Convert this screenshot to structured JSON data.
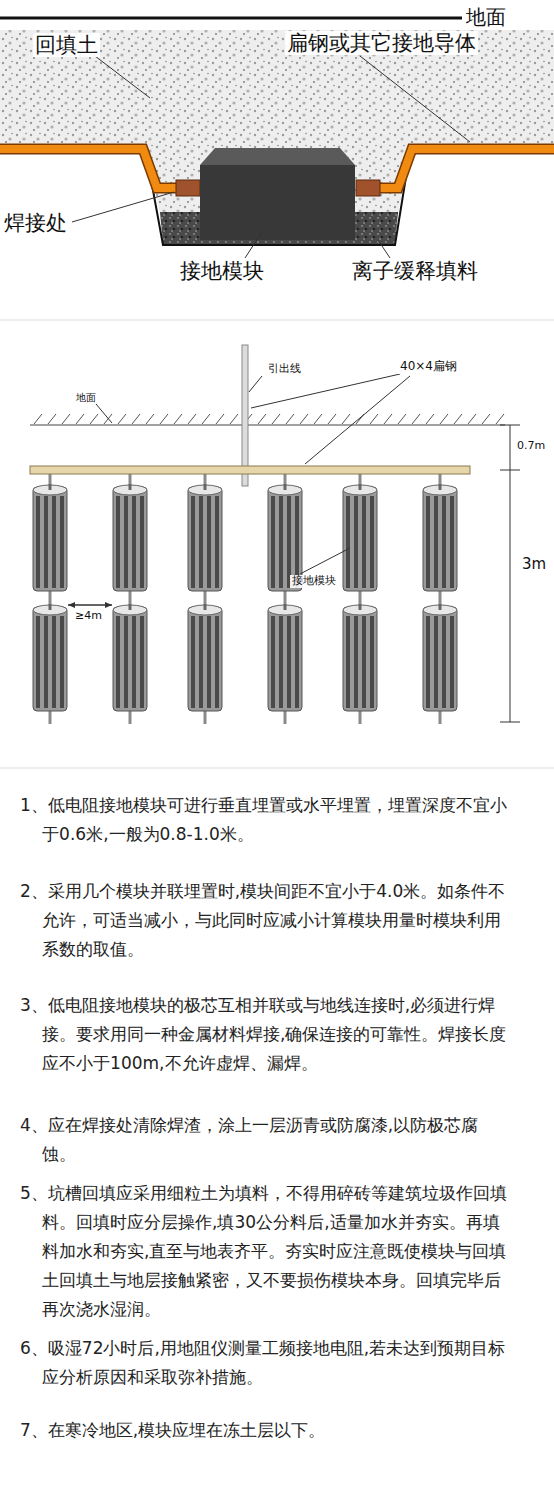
{
  "diagram": {
    "labels": [
      "地面",
      "回填土",
      "扁钢或其它接地导体",
      "焊接处",
      "接地模块",
      "离子缓释填料",
      "引出线",
      "40×4扁钢",
      "地面",
      "0.7m",
      "3m",
      "≥4m",
      "接地模块",
      "1、低电阻接地模块可进行垂直埋置或水平埋置，埋置深度不宜小于0.6米,一般为0.8-1.0米。",
      "2、采用几个模块并联埋置时,模块间距不宜小于4.0米。如条件不允许，可适当减小，与此同时应减小计算模块用量时模块利用系数的取值。",
      "3、低电阻接地模块的极芯互相并联或与地线连接时,必须进行焊接。要求用同一种金属材料焊接,确保连接的可靠性。焊接长度应不小于100m,不允许虚焊、漏焊。",
      "4、应在焊接处清除焊渣，涂上一层沥青或防腐漆,以防极芯腐蚀。",
      "5、坑槽回填应采用细粒土为填料，不得用碎砖等建筑垃圾作回填料。回填时应分层操作,填30公分料后,适量加水并夯实。再填料加水和夯实,直至与地表齐平。夯实时应注意既使模块与回填土回填土与地层接触紧密，又不要损伤模块本身。回填完毕后再次浇水湿润。",
      "6、吸湿72小时后,用地阻仪测量工频接地电阻,若未达到预期目标应分析原因和采取弥补措施。",
      "7、在寒冷地区,模块应埋在冻土层以下。"
    ]
  }
}
